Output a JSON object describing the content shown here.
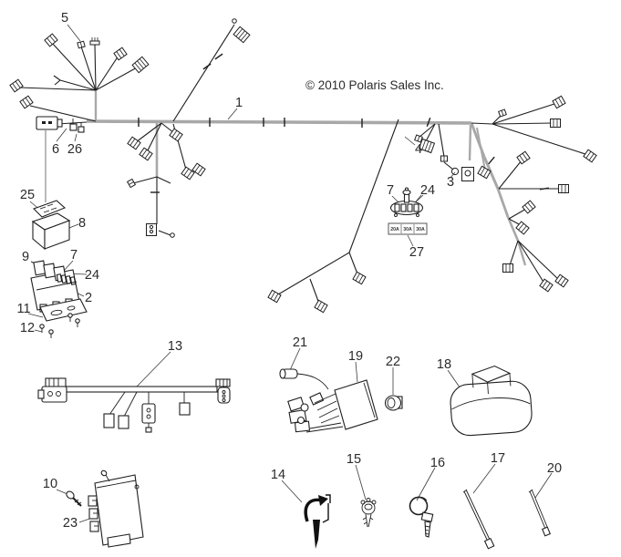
{
  "copyright": "© 2010 Polaris Sales Inc.",
  "fuse_label": {
    "values": [
      "20A",
      "30A",
      "30A"
    ]
  },
  "callouts": {
    "c1": "1",
    "c2": "2",
    "c3": "3",
    "c4": "4",
    "c5": "5",
    "c6": "6",
    "c7_left": "7",
    "c7_mid": "7",
    "c8": "8",
    "c9": "9",
    "c10": "10",
    "c11": "11",
    "c12": "12",
    "c13": "13",
    "c14": "14",
    "c15": "15",
    "c16": "16",
    "c17": "17",
    "c18": "18",
    "c19": "19",
    "c20": "20",
    "c21": "21",
    "c22": "22",
    "c23": "23",
    "c24_left": "24",
    "c24_mid": "24",
    "c25": "25",
    "c26": "26",
    "c27": "27"
  },
  "colors": {
    "line": "#1f1f1f",
    "trunk": "#a8a8a8",
    "leader": "#3a3a3a",
    "text": "#2b2b2b",
    "background": "#ffffff"
  }
}
